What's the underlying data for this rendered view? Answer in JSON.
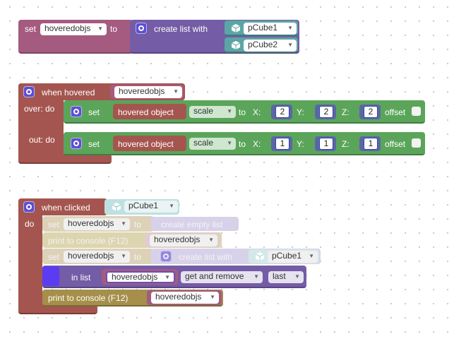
{
  "block1": {
    "set": "set",
    "var": "hoveredobjs",
    "to": "to",
    "create_list": "create list with",
    "item1": "pCube1",
    "item2": "pCube2"
  },
  "block2": {
    "when_hovered": "when hovered",
    "target": "hoveredobjs",
    "over_do": "over: do",
    "out_do": "out: do",
    "row1": {
      "set": "set",
      "object": "hovered object",
      "prop": "scale",
      "to": "to",
      "x_lbl": "X:",
      "x": "2",
      "y_lbl": "Y:",
      "y": "2",
      "z_lbl": "Z:",
      "z": "2",
      "offset": "offset"
    },
    "row2": {
      "set": "set",
      "object": "hovered object",
      "prop": "scale",
      "to": "to",
      "x_lbl": "X:",
      "x": "1",
      "y_lbl": "Y:",
      "y": "1",
      "z_lbl": "Z:",
      "z": "1",
      "offset": "offset"
    }
  },
  "block3": {
    "when_clicked": "when clicked",
    "target": "pCube1",
    "do": "do",
    "s1": {
      "set": "set",
      "var": "hoveredobjs",
      "to": "to",
      "value": "create empty list"
    },
    "s2": {
      "print": "print to console (F12)",
      "var": "hoveredobjs"
    },
    "s3": {
      "set": "set",
      "var": "hoveredobjs",
      "to": "to",
      "create_list": "create list with",
      "item": "pCube1"
    },
    "s4": {
      "in_list": "in list",
      "var": "hoveredobjs",
      "op": "get and remove",
      "pos": "last"
    },
    "s5": {
      "print": "print to console (F12)",
      "var": "hoveredobjs"
    }
  },
  "colors": {
    "variable": "#a55b80",
    "list": "#745ca6",
    "event": "#a5554f",
    "object": "#5ba5a5",
    "scale": "#5ba55b",
    "math": "#5b67a5",
    "print": "#a58f4a",
    "faded": "#d9d2b0"
  }
}
